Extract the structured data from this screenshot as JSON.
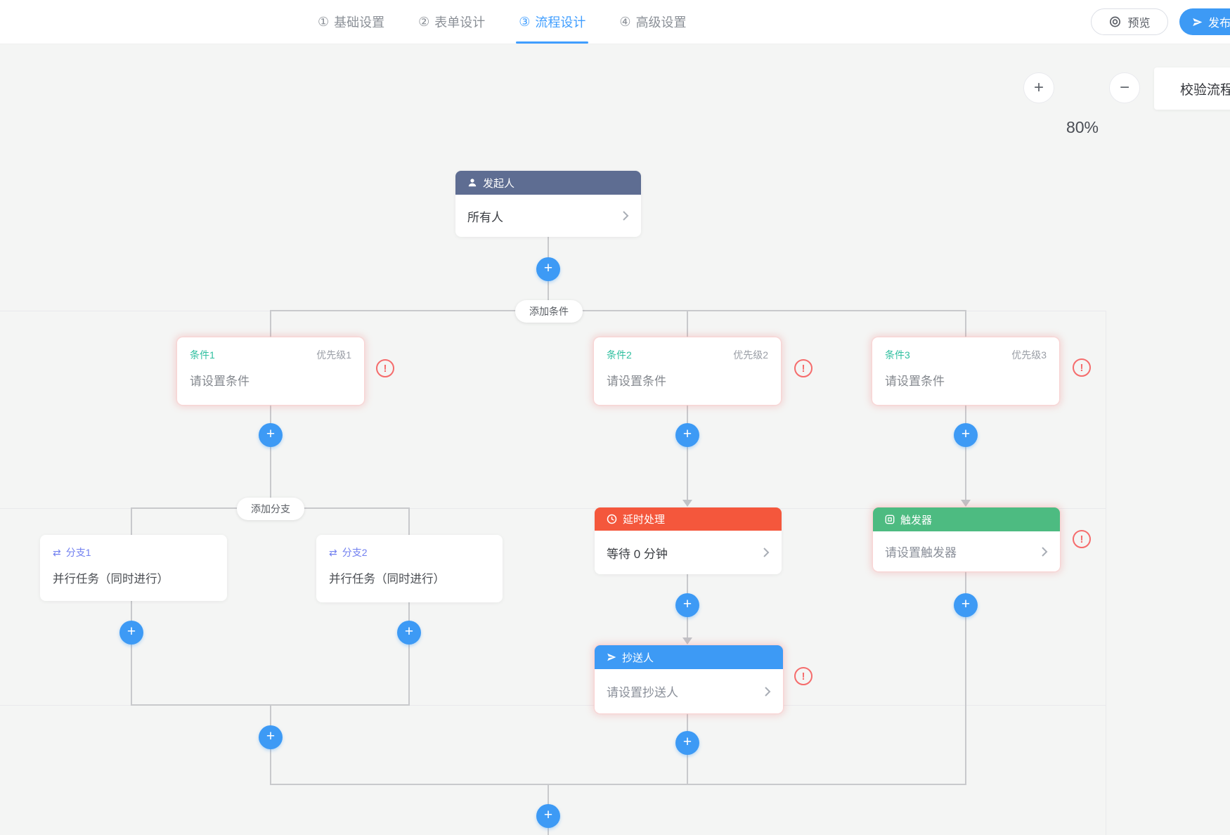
{
  "header": {
    "steps": [
      {
        "number": "①",
        "label": "基础设置"
      },
      {
        "number": "②",
        "label": "表单设计"
      },
      {
        "number": "③",
        "label": "流程设计"
      },
      {
        "number": "④",
        "label": "高级设置"
      }
    ],
    "preview_label": "预览",
    "publish_label": "发布"
  },
  "toolbar": {
    "zoom_level": "80%",
    "validate_label": "校验流程"
  },
  "flow": {
    "start": {
      "title": "发起人",
      "value": "所有人"
    },
    "add_condition_label": "添加条件",
    "add_branch_label": "添加分支",
    "conditions": [
      {
        "name": "条件1",
        "priority": "优先级1",
        "value": "请设置条件"
      },
      {
        "name": "条件2",
        "priority": "优先级2",
        "value": "请设置条件"
      },
      {
        "name": "条件3",
        "priority": "优先级3",
        "value": "请设置条件"
      }
    ],
    "branches": [
      {
        "name": "分支1",
        "desc": "并行任务（同时进行）"
      },
      {
        "name": "分支2",
        "desc": "并行任务（同时进行）"
      }
    ],
    "delay": {
      "title": "延时处理",
      "value": "等待 0 分钟"
    },
    "cc": {
      "title": "抄送人",
      "value": "请设置抄送人"
    },
    "trigger": {
      "title": "触发器",
      "value": "请设置触发器"
    }
  },
  "symbols": {
    "plus": "+",
    "minus": "−",
    "warning": "!",
    "branch_icon": "⇄"
  },
  "colors": {
    "accent": "#409eff",
    "start_header": "#5e6d92",
    "delay_header": "#f4573c",
    "cc_header": "#3d9af5",
    "trigger_header": "#4dbb81",
    "condition_name": "#2fbf9f",
    "branch_name": "#7280f0",
    "warning": "#f56c6c",
    "connector": "#c8c9cc",
    "canvas_bg": "#f4f5f4"
  }
}
